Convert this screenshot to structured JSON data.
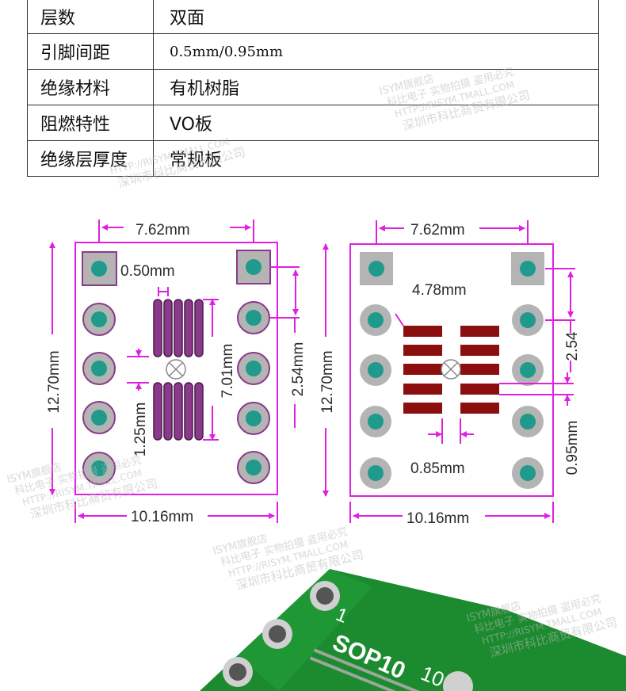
{
  "specs": [
    {
      "key": "层数",
      "value": "双面"
    },
    {
      "key": "引脚间距",
      "value": "0.5mm/0.95mm"
    },
    {
      "key": "绝缘材料",
      "value": "有机树脂"
    },
    {
      "key": "阻燃特性",
      "value": "VO板"
    },
    {
      "key": "绝缘层厚度",
      "value": "常规板"
    }
  ],
  "left_board": {
    "width_top": "7.62mm",
    "pad_size": "0.50mm",
    "height": "12.70mm",
    "pin_span": "7.01mm",
    "row_pitch": "2.54mm",
    "pin_height": "1.25mm",
    "width_bottom": "10.16mm"
  },
  "right_board": {
    "width_top": "7.62mm",
    "pad_span": "4.78mm",
    "height": "12.70mm",
    "row_pitch": "2.54",
    "pad_pitch": "0.85mm",
    "pad_width": "0.95mm",
    "width_bottom": "10.16mm"
  },
  "photo": {
    "pin_label": "1",
    "silk_label": "SOP10",
    "pin_count_label": "10"
  },
  "colors": {
    "dimension": "#e020e0",
    "board_fill": "#ffffff",
    "pad_green": "#1f9a8c",
    "pad_gray": "#b4b4b4",
    "pad_purple": "#8a3a8a",
    "pad_red": "#8b0f0f",
    "pcb_green": "#1c8a2e"
  },
  "watermark": {
    "line1": "ISYM旗舰店",
    "line2": "科比电子 实物拍摄 盗用必究",
    "line3": "HTTP://RISYM.TMALL.COM",
    "line4": "深圳市科比商贸有限公司"
  }
}
